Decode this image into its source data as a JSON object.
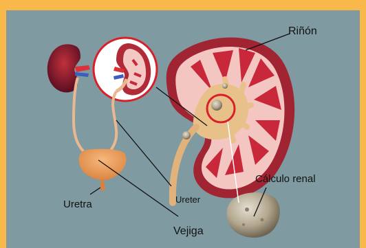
{
  "labels": {
    "rinon": "Riñón",
    "calculo": "Cálculo renal",
    "uretra": "Uretra",
    "ureter": "Ureter",
    "vejiga": "Vejiga"
  },
  "colors": {
    "background_border": "#f8b94a",
    "panel": "#7f9aa0",
    "kidney_outer": "#b02a38",
    "kidney_cortex": "#f4c9c4",
    "pyramid": "#c8283a",
    "pelvis": "#e8c08a",
    "highlight_ring": "#d81f2a",
    "stone": "#b9ad98"
  }
}
